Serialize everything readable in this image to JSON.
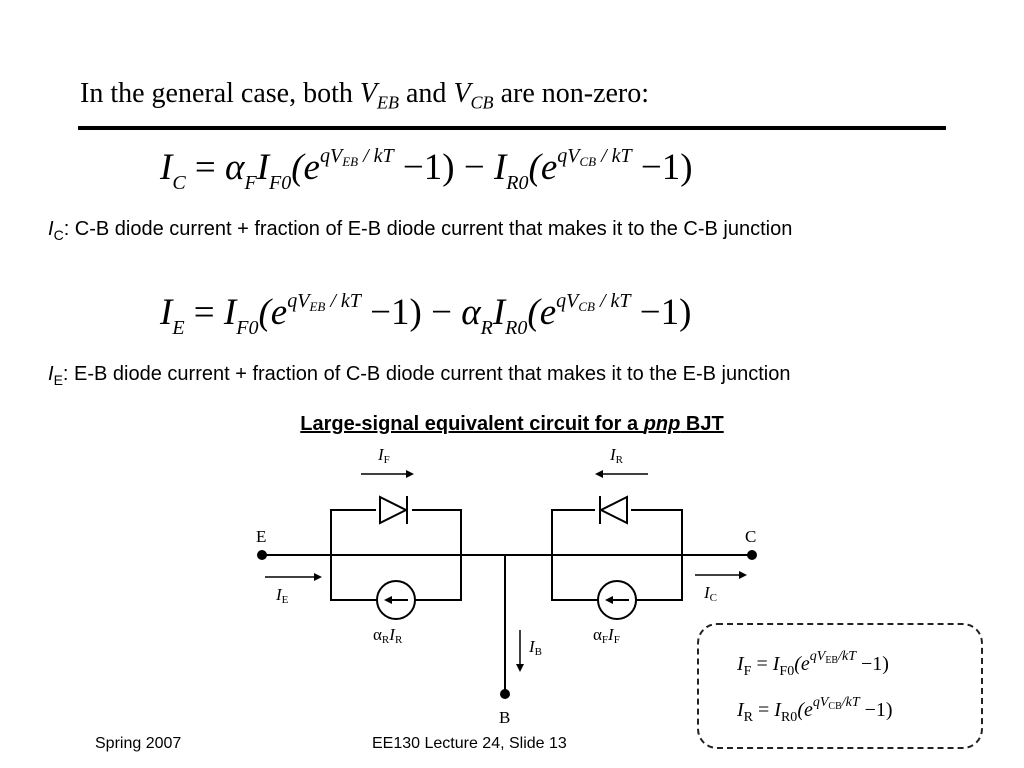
{
  "title": {
    "prefix": "In the general case, both ",
    "v1": "V",
    "v1_sub": "EB",
    "mid": " and ",
    "v2": "V",
    "v2_sub": "CB",
    "suffix": " are non-zero:"
  },
  "eq1": {
    "lhs": "I",
    "lhs_sub": "C",
    "equals": " = ",
    "alpha": "α",
    "alpha_sub": "F",
    "I1": "I",
    "I1_sub": "F0",
    "open1": "(e",
    "exp1_a": "qV",
    "exp1_b": "EB",
    "exp1_c": " / kT",
    "close1": "  −1) − ",
    "I2": "I",
    "I2_sub": "R0",
    "open2": "(e",
    "exp2_a": "qV",
    "exp2_b": "CB",
    "exp2_c": " / kT",
    "close2": "  −1)"
  },
  "desc1": {
    "sym": "I",
    "sym_sub": "C",
    "text": ": C-B diode current + fraction of E-B diode current that makes it to the C-B junction"
  },
  "eq2": {
    "lhs": "I",
    "lhs_sub": "E",
    "equals": " = ",
    "I1": "I",
    "I1_sub": "F0",
    "open1": "(e",
    "exp1_a": "qV",
    "exp1_b": "EB",
    "exp1_c": " / kT",
    "close1": "  −1) − ",
    "alpha": "α",
    "alpha_sub": "R",
    "I2": "I",
    "I2_sub": "R0",
    "open2": "(e",
    "exp2_a": "qV",
    "exp2_b": "CB",
    "exp2_c": " / kT",
    "close2": "  −1)"
  },
  "desc2": {
    "sym": "I",
    "sym_sub": "E",
    "text": ": E-B diode current + fraction of C-B diode current that makes it to the E-B junction"
  },
  "circuit_title": {
    "prefix": "Large-signal equivalent circuit for a ",
    "emph": "pnp",
    "suffix": " BJT"
  },
  "circuit": {
    "terminal_e": "E",
    "terminal_c": "C",
    "terminal_b": "B",
    "label_if": {
      "main": "I",
      "sub": "F"
    },
    "label_ir": {
      "main": "I",
      "sub": "R"
    },
    "label_ie": {
      "main": "I",
      "sub": "E"
    },
    "label_ic": {
      "main": "I",
      "sub": "C"
    },
    "label_ib": {
      "main": "I",
      "sub": "B"
    },
    "source_left": {
      "alpha": "α",
      "alpha_sub": "R",
      "main": "I",
      "sub": "R"
    },
    "source_right": {
      "alpha": "α",
      "alpha_sub": "F",
      "main": "I",
      "sub": "F"
    }
  },
  "box": {
    "eq1": {
      "lhs": "I",
      "lhs_sub": "F",
      "equals": " = ",
      "rhs": "I",
      "rhs_sub": "F0",
      "open": "(e",
      "exp_a": "qV",
      "exp_b": "EB",
      "exp_c": "/kT",
      "close": " −1)"
    },
    "eq2": {
      "lhs": "I",
      "lhs_sub": "R",
      "equals": " = ",
      "rhs": "I",
      "rhs_sub": "R0",
      "open": "(e",
      "exp_a": "qV",
      "exp_b": "CB",
      "exp_c": "/kT",
      "close": " −1)"
    }
  },
  "footer": {
    "left": "Spring 2007",
    "center": "EE130 Lecture 24, Slide 13"
  }
}
